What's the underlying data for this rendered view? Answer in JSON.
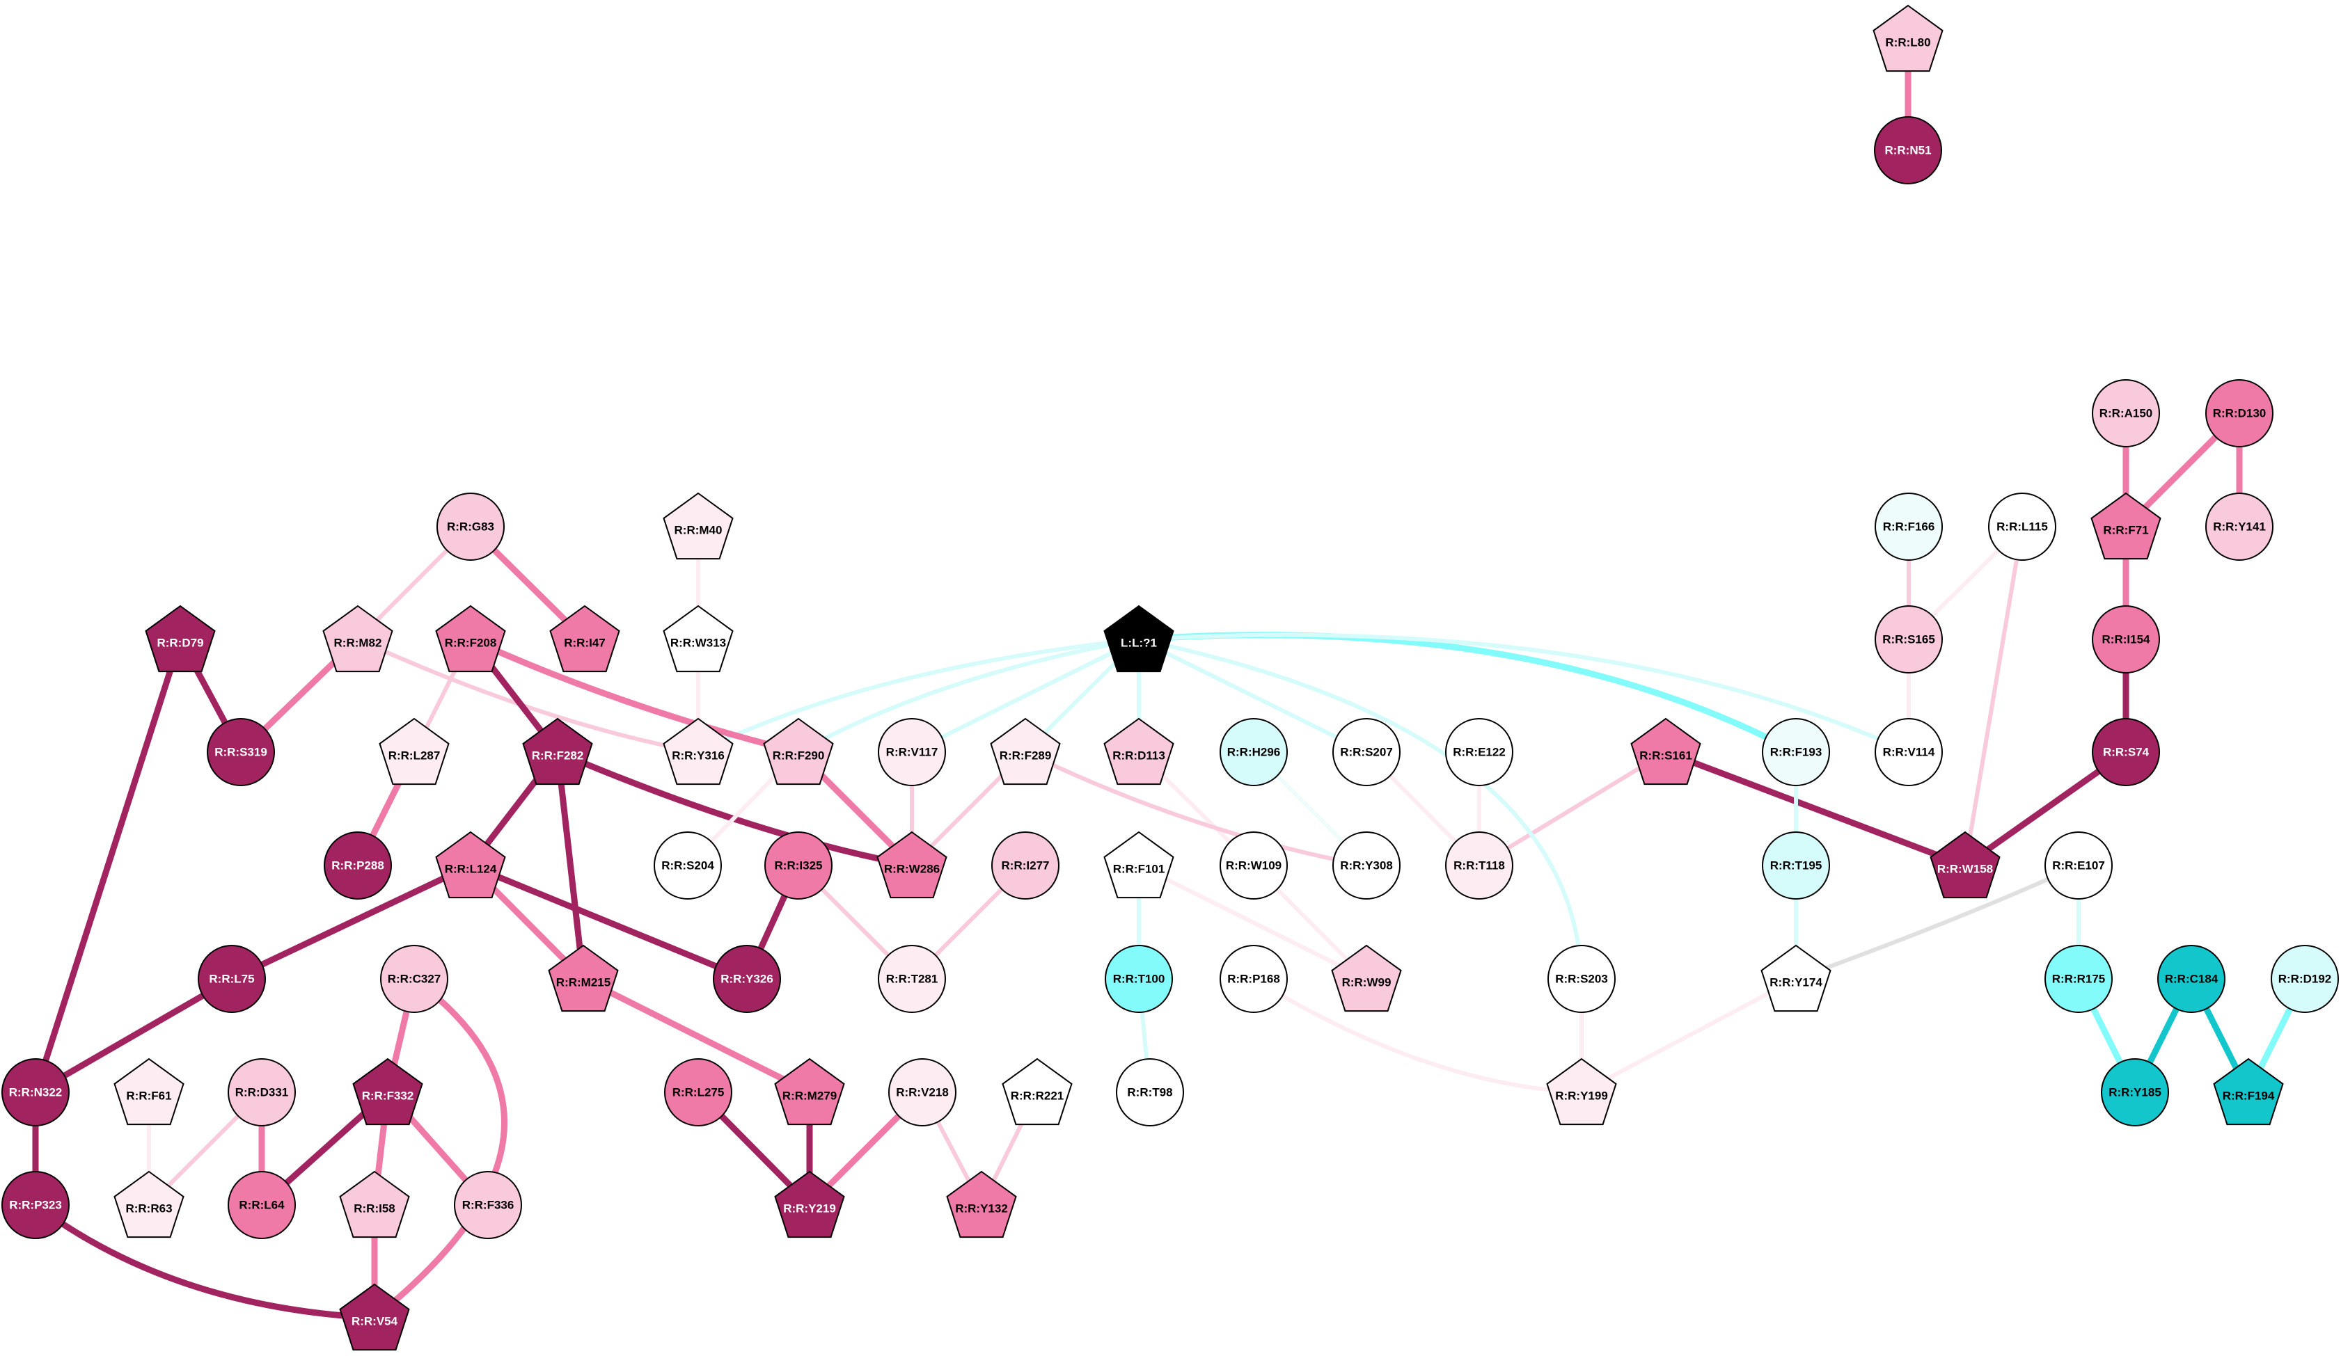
{
  "colors": {
    "dark_pink": "#a12360",
    "mid_pink": "#ef7aa8",
    "light_pink": "#f9c9dc",
    "pale_pink": "#fdedf3",
    "white": "#ffffff",
    "black": "#000000",
    "dark_cyan": "#12c6cc",
    "cyan": "#84fbfb",
    "light_cyan": "#d6fbfb",
    "pale_cyan": "#effcfc",
    "gray": "#e0e0e0"
  },
  "nodes": [
    {
      "id": "L80",
      "label": "R:R:L80",
      "shape": "pentagon",
      "color": "light_pink"
    },
    {
      "id": "N51",
      "label": "R:R:N51",
      "shape": "circle",
      "color": "dark_pink"
    },
    {
      "id": "A150",
      "label": "R:R:A150",
      "shape": "circle",
      "color": "light_pink"
    },
    {
      "id": "D130",
      "label": "R:R:D130",
      "shape": "circle",
      "color": "mid_pink"
    },
    {
      "id": "F166",
      "label": "R:R:F166",
      "shape": "circle",
      "color": "pale_cyan"
    },
    {
      "id": "L115",
      "label": "R:R:L115",
      "shape": "circle",
      "color": "white"
    },
    {
      "id": "F71",
      "label": "R:R:F71",
      "shape": "pentagon",
      "color": "mid_pink"
    },
    {
      "id": "Y141",
      "label": "R:R:Y141",
      "shape": "circle",
      "color": "light_pink"
    },
    {
      "id": "G83",
      "label": "R:R:G83",
      "shape": "circle",
      "color": "light_pink"
    },
    {
      "id": "M40",
      "label": "R:R:M40",
      "shape": "pentagon",
      "color": "pale_pink"
    },
    {
      "id": "S165",
      "label": "R:R:S165",
      "shape": "circle",
      "color": "light_pink"
    },
    {
      "id": "I154",
      "label": "R:R:I154",
      "shape": "circle",
      "color": "mid_pink"
    },
    {
      "id": "D79",
      "label": "R:R:D79",
      "shape": "pentagon",
      "color": "dark_pink"
    },
    {
      "id": "M82",
      "label": "R:R:M82",
      "shape": "pentagon",
      "color": "light_pink"
    },
    {
      "id": "F208",
      "label": "R:R:F208",
      "shape": "pentagon",
      "color": "mid_pink"
    },
    {
      "id": "I47",
      "label": "R:R:I47",
      "shape": "pentagon",
      "color": "mid_pink"
    },
    {
      "id": "W313",
      "label": "R:R:W313",
      "shape": "pentagon",
      "color": "white"
    },
    {
      "id": "L1",
      "label": "L:L:?1",
      "shape": "pentagon",
      "color": "black"
    },
    {
      "id": "S319",
      "label": "R:R:S319",
      "shape": "circle",
      "color": "dark_pink"
    },
    {
      "id": "L287",
      "label": "R:R:L287",
      "shape": "pentagon",
      "color": "pale_pink"
    },
    {
      "id": "F282",
      "label": "R:R:F282",
      "shape": "pentagon",
      "color": "dark_pink"
    },
    {
      "id": "Y316",
      "label": "R:R:Y316",
      "shape": "pentagon",
      "color": "pale_pink"
    },
    {
      "id": "F290",
      "label": "R:R:F290",
      "shape": "pentagon",
      "color": "light_pink"
    },
    {
      "id": "V117",
      "label": "R:R:V117",
      "shape": "circle",
      "color": "pale_pink"
    },
    {
      "id": "F289",
      "label": "R:R:F289",
      "shape": "pentagon",
      "color": "pale_pink"
    },
    {
      "id": "D113",
      "label": "R:R:D113",
      "shape": "pentagon",
      "color": "light_pink"
    },
    {
      "id": "H296",
      "label": "R:R:H296",
      "shape": "circle",
      "color": "light_cyan"
    },
    {
      "id": "S207",
      "label": "R:R:S207",
      "shape": "circle",
      "color": "white"
    },
    {
      "id": "E122",
      "label": "R:R:E122",
      "shape": "circle",
      "color": "white"
    },
    {
      "id": "S161",
      "label": "R:R:S161",
      "shape": "pentagon",
      "color": "mid_pink"
    },
    {
      "id": "F193",
      "label": "R:R:F193",
      "shape": "circle",
      "color": "pale_cyan"
    },
    {
      "id": "V114",
      "label": "R:R:V114",
      "shape": "circle",
      "color": "white"
    },
    {
      "id": "S74",
      "label": "R:R:S74",
      "shape": "circle",
      "color": "dark_pink"
    },
    {
      "id": "P288",
      "label": "R:R:P288",
      "shape": "circle",
      "color": "dark_pink"
    },
    {
      "id": "L124",
      "label": "R:R:L124",
      "shape": "pentagon",
      "color": "mid_pink"
    },
    {
      "id": "S204",
      "label": "R:R:S204",
      "shape": "circle",
      "color": "white"
    },
    {
      "id": "I325",
      "label": "R:R:I325",
      "shape": "circle",
      "color": "mid_pink"
    },
    {
      "id": "W286",
      "label": "R:R:W286",
      "shape": "pentagon",
      "color": "mid_pink"
    },
    {
      "id": "I277",
      "label": "R:R:I277",
      "shape": "circle",
      "color": "light_pink"
    },
    {
      "id": "F101",
      "label": "R:R:F101",
      "shape": "pentagon",
      "color": "white"
    },
    {
      "id": "W109",
      "label": "R:R:W109",
      "shape": "circle",
      "color": "white"
    },
    {
      "id": "Y308",
      "label": "R:R:Y308",
      "shape": "circle",
      "color": "white"
    },
    {
      "id": "T118",
      "label": "R:R:T118",
      "shape": "circle",
      "color": "pale_pink"
    },
    {
      "id": "T195",
      "label": "R:R:T195",
      "shape": "circle",
      "color": "light_cyan"
    },
    {
      "id": "W158",
      "label": "R:R:W158",
      "shape": "pentagon",
      "color": "dark_pink"
    },
    {
      "id": "E107",
      "label": "R:R:E107",
      "shape": "circle",
      "color": "white"
    },
    {
      "id": "L75",
      "label": "R:R:L75",
      "shape": "circle",
      "color": "dark_pink"
    },
    {
      "id": "C327",
      "label": "R:R:C327",
      "shape": "circle",
      "color": "light_pink"
    },
    {
      "id": "M215",
      "label": "R:R:M215",
      "shape": "pentagon",
      "color": "mid_pink"
    },
    {
      "id": "Y326",
      "label": "R:R:Y326",
      "shape": "circle",
      "color": "dark_pink"
    },
    {
      "id": "T281",
      "label": "R:R:T281",
      "shape": "circle",
      "color": "pale_pink"
    },
    {
      "id": "T100",
      "label": "R:R:T100",
      "shape": "circle",
      "color": "cyan"
    },
    {
      "id": "P168",
      "label": "R:R:P168",
      "shape": "circle",
      "color": "white"
    },
    {
      "id": "W99",
      "label": "R:R:W99",
      "shape": "pentagon",
      "color": "light_pink"
    },
    {
      "id": "S203",
      "label": "R:R:S203",
      "shape": "circle",
      "color": "white"
    },
    {
      "id": "Y174",
      "label": "R:R:Y174",
      "shape": "pentagon",
      "color": "white"
    },
    {
      "id": "R175",
      "label": "R:R:R175",
      "shape": "circle",
      "color": "cyan"
    },
    {
      "id": "C184",
      "label": "R:R:C184",
      "shape": "circle",
      "color": "dark_cyan"
    },
    {
      "id": "D192",
      "label": "R:R:D192",
      "shape": "circle",
      "color": "light_cyan"
    },
    {
      "id": "N322",
      "label": "R:R:N322",
      "shape": "circle",
      "color": "dark_pink"
    },
    {
      "id": "F61",
      "label": "R:R:F61",
      "shape": "pentagon",
      "color": "pale_pink"
    },
    {
      "id": "D331",
      "label": "R:R:D331",
      "shape": "circle",
      "color": "light_pink"
    },
    {
      "id": "F332",
      "label": "R:R:F332",
      "shape": "pentagon",
      "color": "dark_pink"
    },
    {
      "id": "L275",
      "label": "R:R:L275",
      "shape": "circle",
      "color": "mid_pink"
    },
    {
      "id": "M279",
      "label": "R:R:M279",
      "shape": "pentagon",
      "color": "mid_pink"
    },
    {
      "id": "V218",
      "label": "R:R:V218",
      "shape": "circle",
      "color": "pale_pink"
    },
    {
      "id": "R221",
      "label": "R:R:R221",
      "shape": "pentagon",
      "color": "white"
    },
    {
      "id": "T98",
      "label": "R:R:T98",
      "shape": "circle",
      "color": "white"
    },
    {
      "id": "Y199",
      "label": "R:R:Y199",
      "shape": "pentagon",
      "color": "pale_pink"
    },
    {
      "id": "Y185",
      "label": "R:R:Y185",
      "shape": "circle",
      "color": "dark_cyan"
    },
    {
      "id": "F194",
      "label": "R:R:F194",
      "shape": "pentagon",
      "color": "dark_cyan"
    },
    {
      "id": "P323",
      "label": "R:R:P323",
      "shape": "circle",
      "color": "dark_pink"
    },
    {
      "id": "R63",
      "label": "R:R:R63",
      "shape": "pentagon",
      "color": "pale_pink"
    },
    {
      "id": "L64",
      "label": "R:R:L64",
      "shape": "circle",
      "color": "mid_pink"
    },
    {
      "id": "I58",
      "label": "R:R:I58",
      "shape": "pentagon",
      "color": "light_pink"
    },
    {
      "id": "F336",
      "label": "R:R:F336",
      "shape": "circle",
      "color": "light_pink"
    },
    {
      "id": "Y219",
      "label": "R:R:Y219",
      "shape": "pentagon",
      "color": "dark_pink"
    },
    {
      "id": "Y132",
      "label": "R:R:Y132",
      "shape": "pentagon",
      "color": "mid_pink"
    },
    {
      "id": "V54",
      "label": "R:R:V54",
      "shape": "pentagon",
      "color": "dark_pink"
    }
  ],
  "edges": [
    {
      "source": "L80",
      "target": "N51",
      "color": "mid_pink",
      "weight": 3
    },
    {
      "source": "A150",
      "target": "F71",
      "color": "mid_pink",
      "weight": 3
    },
    {
      "source": "D130",
      "target": "F71",
      "color": "mid_pink",
      "weight": 3
    },
    {
      "source": "D130",
      "target": "Y141",
      "color": "mid_pink",
      "weight": 3
    },
    {
      "source": "F71",
      "target": "I154",
      "color": "mid_pink",
      "weight": 3
    },
    {
      "source": "I154",
      "target": "S74",
      "color": "dark_pink",
      "weight": 3
    },
    {
      "source": "S74",
      "target": "W158",
      "color": "dark_pink",
      "weight": 3
    },
    {
      "source": "F166",
      "target": "S165",
      "color": "light_pink",
      "weight": 2
    },
    {
      "source": "L115",
      "target": "S165",
      "color": "pale_pink",
      "weight": 2
    },
    {
      "source": "L115",
      "target": "W158",
      "color": "light_pink",
      "weight": 2
    },
    {
      "source": "S165",
      "target": "V114",
      "color": "pale_pink",
      "weight": 2
    },
    {
      "source": "S161",
      "target": "W158",
      "color": "dark_pink",
      "weight": 3
    },
    {
      "source": "S161",
      "target": "T118",
      "color": "light_pink",
      "weight": 2
    },
    {
      "source": "E122",
      "target": "T118",
      "color": "pale_pink",
      "weight": 2
    },
    {
      "source": "S207",
      "target": "T118",
      "color": "pale_pink",
      "weight": 2
    },
    {
      "source": "F193",
      "target": "T195",
      "color": "light_cyan",
      "weight": 2
    },
    {
      "source": "T195",
      "target": "Y174",
      "color": "light_cyan",
      "weight": 2
    },
    {
      "source": "E107",
      "target": "Y174",
      "color": "gray",
      "weight": 2
    },
    {
      "source": "E107",
      "target": "R175",
      "color": "light_cyan",
      "weight": 2
    },
    {
      "source": "R175",
      "target": "Y185",
      "color": "cyan",
      "weight": 3
    },
    {
      "source": "C184",
      "target": "Y185",
      "color": "dark_cyan",
      "weight": 3
    },
    {
      "source": "C184",
      "target": "F194",
      "color": "dark_cyan",
      "weight": 3
    },
    {
      "source": "D192",
      "target": "F194",
      "color": "cyan",
      "weight": 3
    },
    {
      "source": "Y174",
      "target": "Y199",
      "color": "pale_pink",
      "weight": 2
    },
    {
      "source": "S203",
      "target": "Y199",
      "color": "pale_pink",
      "weight": 2
    },
    {
      "source": "P168",
      "target": "Y199",
      "color": "pale_pink",
      "weight": 2
    },
    {
      "source": "H296",
      "target": "Y308",
      "color": "pale_cyan",
      "weight": 2
    },
    {
      "source": "D113",
      "target": "W109",
      "color": "pale_pink",
      "weight": 2
    },
    {
      "source": "W109",
      "target": "W99",
      "color": "pale_pink",
      "weight": 2
    },
    {
      "source": "F101",
      "target": "W99",
      "color": "pale_pink",
      "weight": 2
    },
    {
      "source": "F101",
      "target": "T100",
      "color": "light_cyan",
      "weight": 2
    },
    {
      "source": "T100",
      "target": "T98",
      "color": "light_cyan",
      "weight": 2
    },
    {
      "source": "L1",
      "target": "Y316",
      "color": "light_cyan",
      "weight": 2
    },
    {
      "source": "L1",
      "target": "F290",
      "color": "light_cyan",
      "weight": 2
    },
    {
      "source": "L1",
      "target": "V117",
      "color": "light_cyan",
      "weight": 2
    },
    {
      "source": "L1",
      "target": "F289",
      "color": "light_cyan",
      "weight": 2
    },
    {
      "source": "L1",
      "target": "D113",
      "color": "light_cyan",
      "weight": 2
    },
    {
      "source": "L1",
      "target": "S207",
      "color": "light_cyan",
      "weight": 2
    },
    {
      "source": "L1",
      "target": "F193",
      "color": "cyan",
      "weight": 3
    },
    {
      "source": "L1",
      "target": "V114",
      "color": "light_cyan",
      "weight": 2
    },
    {
      "source": "L1",
      "target": "S203",
      "color": "light_cyan",
      "weight": 2
    },
    {
      "source": "G83",
      "target": "M82",
      "color": "light_pink",
      "weight": 2
    },
    {
      "source": "G83",
      "target": "I47",
      "color": "mid_pink",
      "weight": 3
    },
    {
      "source": "M40",
      "target": "W313",
      "color": "pale_pink",
      "weight": 2
    },
    {
      "source": "W313",
      "target": "Y316",
      "color": "pale_pink",
      "weight": 2
    },
    {
      "source": "D79",
      "target": "S319",
      "color": "dark_pink",
      "weight": 3
    },
    {
      "source": "D79",
      "target": "N322",
      "color": "dark_pink",
      "weight": 3
    },
    {
      "source": "M82",
      "target": "S319",
      "color": "mid_pink",
      "weight": 3
    },
    {
      "source": "M82",
      "target": "Y316",
      "color": "light_pink",
      "weight": 2
    },
    {
      "source": "F208",
      "target": "L287",
      "color": "light_pink",
      "weight": 2
    },
    {
      "source": "F208",
      "target": "F282",
      "color": "dark_pink",
      "weight": 3
    },
    {
      "source": "F208",
      "target": "F290",
      "color": "mid_pink",
      "weight": 3
    },
    {
      "source": "L287",
      "target": "P288",
      "color": "mid_pink",
      "weight": 3
    },
    {
      "source": "F282",
      "target": "W286",
      "color": "dark_pink",
      "weight": 3
    },
    {
      "source": "F282",
      "target": "L124",
      "color": "dark_pink",
      "weight": 3
    },
    {
      "source": "F282",
      "target": "M215",
      "color": "dark_pink",
      "weight": 3
    },
    {
      "source": "F290",
      "target": "W286",
      "color": "mid_pink",
      "weight": 3
    },
    {
      "source": "F290",
      "target": "S204",
      "color": "pale_pink",
      "weight": 2
    },
    {
      "source": "V117",
      "target": "W286",
      "color": "light_pink",
      "weight": 2
    },
    {
      "source": "F289",
      "target": "W286",
      "color": "light_pink",
      "weight": 2
    },
    {
      "source": "F289",
      "target": "Y308",
      "color": "light_pink",
      "weight": 2
    },
    {
      "source": "L124",
      "target": "M215",
      "color": "mid_pink",
      "weight": 3
    },
    {
      "source": "L124",
      "target": "Y326",
      "color": "dark_pink",
      "weight": 3
    },
    {
      "source": "L124",
      "target": "L75",
      "color": "dark_pink",
      "weight": 3
    },
    {
      "source": "I325",
      "target": "Y326",
      "color": "dark_pink",
      "weight": 3
    },
    {
      "source": "I325",
      "target": "T281",
      "color": "light_pink",
      "weight": 2
    },
    {
      "source": "I277",
      "target": "T281",
      "color": "light_pink",
      "weight": 2
    },
    {
      "source": "M215",
      "target": "M279",
      "color": "mid_pink",
      "weight": 3
    },
    {
      "source": "M279",
      "target": "Y219",
      "color": "dark_pink",
      "weight": 3
    },
    {
      "source": "L275",
      "target": "Y219",
      "color": "dark_pink",
      "weight": 3
    },
    {
      "source": "V218",
      "target": "Y219",
      "color": "mid_pink",
      "weight": 3
    },
    {
      "source": "V218",
      "target": "Y132",
      "color": "light_pink",
      "weight": 2
    },
    {
      "source": "R221",
      "target": "Y132",
      "color": "light_pink",
      "weight": 2
    },
    {
      "source": "L75",
      "target": "N322",
      "color": "dark_pink",
      "weight": 3
    },
    {
      "source": "N322",
      "target": "P323",
      "color": "dark_pink",
      "weight": 3
    },
    {
      "source": "P323",
      "target": "V54",
      "color": "dark_pink",
      "weight": 3
    },
    {
      "source": "F61",
      "target": "R63",
      "color": "pale_pink",
      "weight": 2
    },
    {
      "source": "D331",
      "target": "R63",
      "color": "light_pink",
      "weight": 2
    },
    {
      "source": "D331",
      "target": "L64",
      "color": "mid_pink",
      "weight": 3
    },
    {
      "source": "C327",
      "target": "F332",
      "color": "mid_pink",
      "weight": 3
    },
    {
      "source": "C327",
      "target": "V54",
      "color": "mid_pink",
      "weight": 3
    },
    {
      "source": "F332",
      "target": "L64",
      "color": "dark_pink",
      "weight": 3
    },
    {
      "source": "F332",
      "target": "I58",
      "color": "mid_pink",
      "weight": 3
    },
    {
      "source": "F332",
      "target": "F336",
      "color": "mid_pink",
      "weight": 3
    },
    {
      "source": "I58",
      "target": "V54",
      "color": "mid_pink",
      "weight": 3
    }
  ]
}
